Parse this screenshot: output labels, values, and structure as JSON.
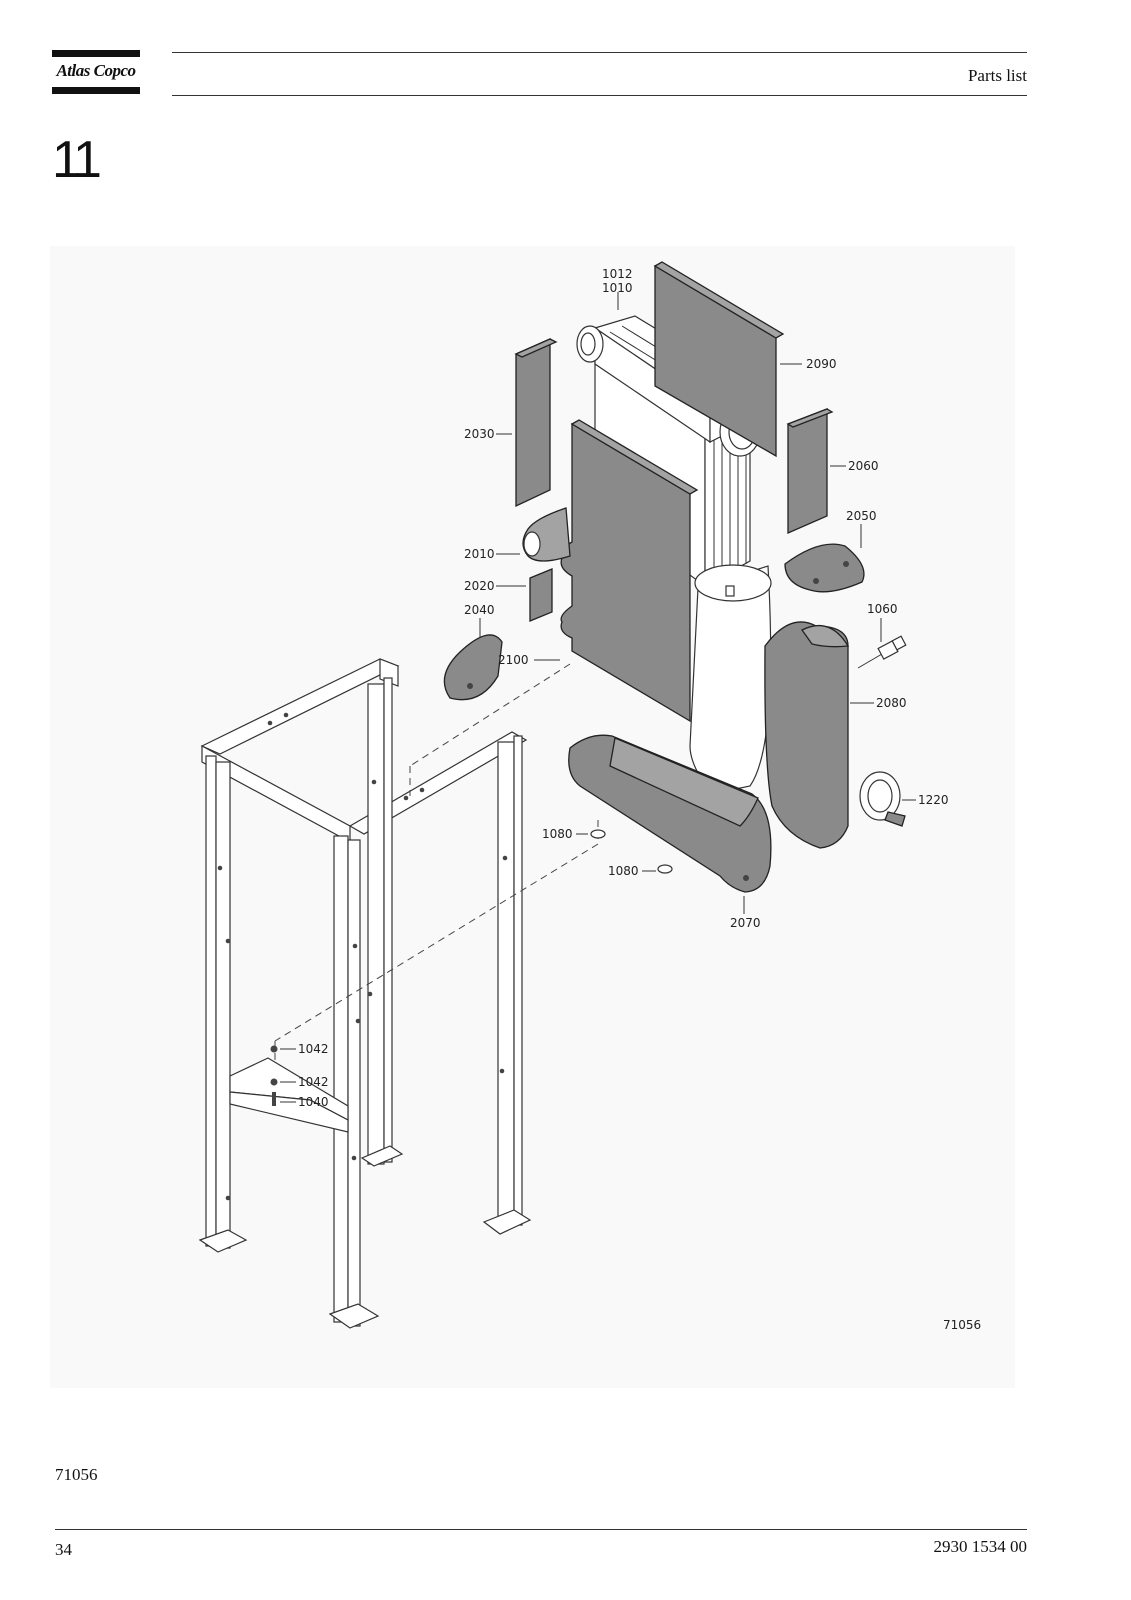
{
  "header": {
    "brand": "Atlas Copco",
    "title": "Parts list"
  },
  "section_number": "11",
  "figure": {
    "id_label": "71056",
    "callouts": {
      "p1012": "1012",
      "p1010": "1010",
      "p2090": "2090",
      "p2030": "2030",
      "p2060": "2060",
      "p2050": "2050",
      "p2010": "2010",
      "p2020": "2020",
      "p2040": "2040",
      "p1060": "1060",
      "p2100": "2100",
      "p2080": "2080",
      "p1220": "1220",
      "p1080a": "1080",
      "p1080b": "1080",
      "p2070": "2070",
      "p1042a": "1042",
      "p1042b": "1042",
      "p1040": "1040"
    }
  },
  "caption": "71056",
  "footer": {
    "page_number": "34",
    "doc_number": "2930 1534 00"
  }
}
